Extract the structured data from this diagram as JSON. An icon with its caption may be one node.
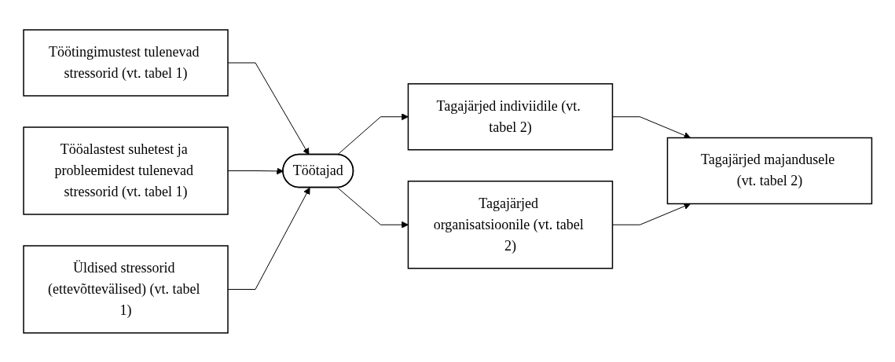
{
  "diagram": {
    "nodes": [
      {
        "text": [
          "Töötingimustest tulenevad stressorid (vt. tabel 1)"
        ]
      },
      {
        "text": [
          "Tööalastest suhetest ja probleemidest tulenevad stressorid (vt. tabel 1)"
        ]
      },
      {
        "text": [
          "Üldised stressorid (ettevõttevälised) (vt. tabel 1)"
        ]
      },
      {
        "text": [
          "Töötajad"
        ]
      },
      {
        "text": [
          "Tagajärjed indiviidile (vt. tabel 2)"
        ]
      },
      {
        "text": [
          "Tagajärjed organisatsioonile (vt. tabel 2)"
        ]
      },
      {
        "text": [
          "Tagajärjed majandusele (vt. tabel 2)"
        ]
      }
    ],
    "edges": [
      {
        "from": 0,
        "to": 3,
        "arrow": "to"
      },
      {
        "from": 1,
        "to": 3,
        "arrow": "to"
      },
      {
        "from": 2,
        "to": 3,
        "arrow": "to"
      },
      {
        "from": 3,
        "to": 4,
        "arrow": "to"
      },
      {
        "from": 3,
        "to": 5,
        "arrow": "to"
      },
      {
        "from": 4,
        "to": 6,
        "arrow": "to"
      },
      {
        "from": 5,
        "to": 6,
        "arrow": "to"
      }
    ]
  }
}
